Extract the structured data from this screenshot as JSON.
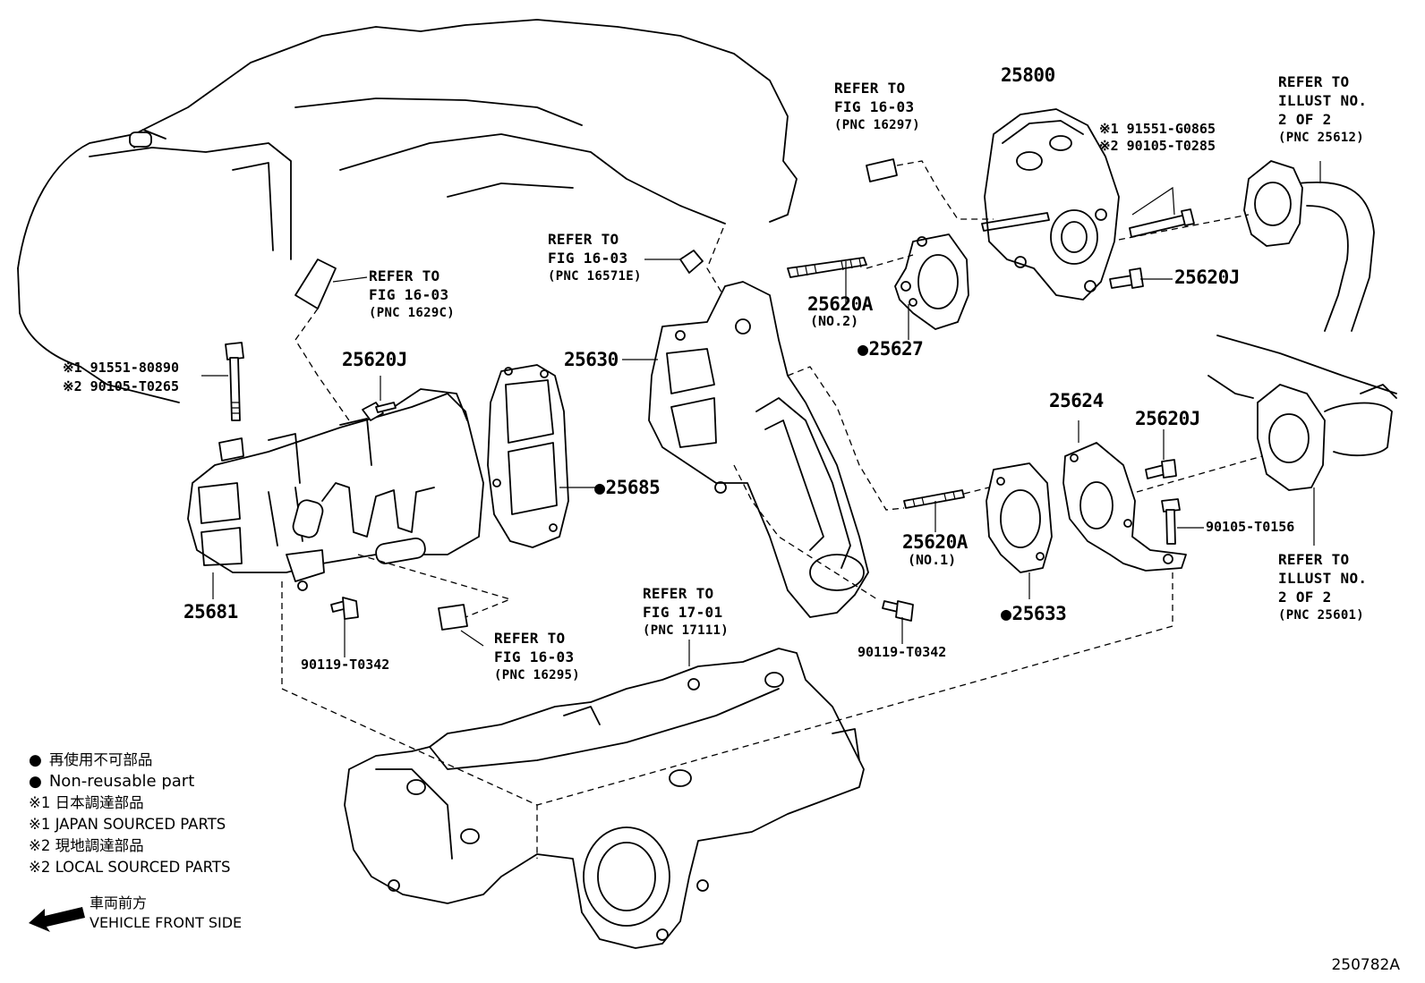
{
  "parts": {
    "p25800": "25800",
    "p25630": "25630",
    "p25620A_upper": "25620A",
    "p25620A_upper_sub": "(NO.2)",
    "p25627": "25627",
    "p25620J_top_right": "25620J",
    "p25620J_left": "25620J",
    "p25620J_right": "25620J",
    "p25685": "25685",
    "p25681": "25681",
    "p25624": "25624",
    "p25620A_lower": "25620A",
    "p25620A_lower_sub": "(NO.1)",
    "p25633": "25633",
    "bolt_90119_left": "90119-T0342",
    "bolt_90119_mid": "90119-T0342",
    "bolt_90105": "90105-T0156",
    "bolt_left_1": "※1 91551-80890",
    "bolt_left_2": "※2 90105-T0265",
    "bolt_top_1": "※1 91551-G0865",
    "bolt_top_2": "※2 90105-T0285"
  },
  "refs": {
    "ref_16297": {
      "l1": "REFER TO",
      "l2": "FIG 16-03",
      "l3": "(PNC 16297)"
    },
    "ref_16571E": {
      "l1": "REFER TO",
      "l2": "FIG 16-03",
      "l3": "(PNC 16571E)"
    },
    "ref_1629C": {
      "l1": "REFER TO",
      "l2": "FIG 16-03",
      "l3": "(PNC 1629C)"
    },
    "ref_16295": {
      "l1": "REFER TO",
      "l2": "FIG 16-03",
      "l3": "(PNC 16295)"
    },
    "ref_17111": {
      "l1": "REFER TO",
      "l2": "FIG 17-01",
      "l3": "(PNC 17111)"
    },
    "ref_25612": {
      "l1": "REFER TO",
      "l2": "ILLUST NO.",
      "l3": "2 OF 2",
      "l4": "(PNC 25612)"
    },
    "ref_25601": {
      "l1": "REFER TO",
      "l2": "ILLUST NO.",
      "l3": "2 OF 2",
      "l4": "(PNC 25601)"
    }
  },
  "legend": {
    "nonreuse_jp": "再使用不可部品",
    "nonreuse_en": "Non-reusable part",
    "japan_jp": "※1 日本調達部品",
    "japan_en": "※1 JAPAN SOURCED PARTS",
    "local_jp": "※2 現地調達部品",
    "local_en": "※2 LOCAL SOURCED PARTS"
  },
  "front": {
    "jp": "車両前方",
    "en": "VEHICLE FRONT SIDE"
  },
  "figure_number": "250782A"
}
